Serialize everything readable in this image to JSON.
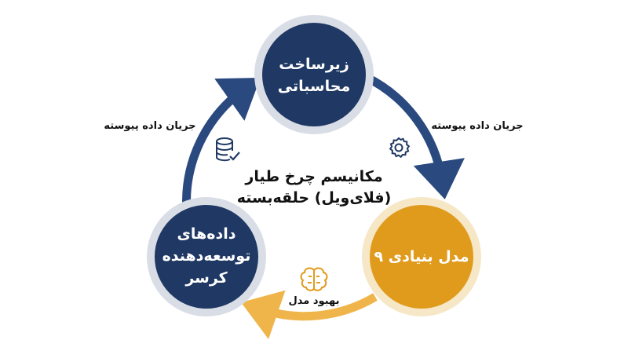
{
  "center": {
    "title_line1": "مکانیسم چرخ طیار",
    "title_line2": "(فلای‌ویل) حلقه‌بسته"
  },
  "nodes": {
    "compute": {
      "line1": "زیرساخت",
      "line2": "محاسباتی",
      "color": "#1f3864"
    },
    "foundation_model": {
      "line1": "مدل بنیادی ۹",
      "color": "#e09b1c"
    },
    "dev_data": {
      "line1": "داده‌های",
      "line2": "توسعه‌دهنده",
      "line3": "کرسر",
      "color": "#1f3864"
    }
  },
  "edges": {
    "left_label": "جریان داده پیوسته",
    "right_label": "جریان داده پیوسته",
    "bottom_label": "بهبود مدل"
  },
  "icons": {
    "database": "database-check-icon",
    "gear": "gear-icon",
    "brain": "brain-icon"
  },
  "colors": {
    "navy": "#1f3864",
    "navy_arrow": "#2a4a7f",
    "gold": "#e09b1c",
    "gold_arrow": "#f0b54a",
    "ring_outer": "#d9dde5",
    "ring_gold_outer": "#f6e7c6"
  }
}
